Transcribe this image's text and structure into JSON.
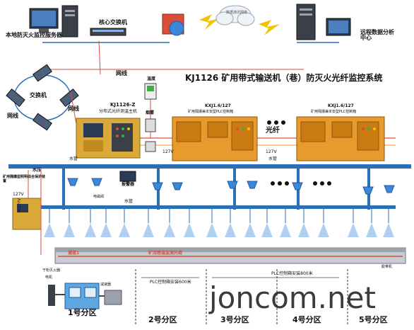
{
  "header": {
    "title": "KJ1126 矿用带式输送机（巷）防灭火光纤监控系统",
    "local_server": "本地防灭火监控服务器",
    "core_switch": "核心交换机",
    "remote_center": "远程数据分析中心",
    "network_cloud": "数据通讯网络"
  },
  "network": {
    "switch_label": "交换机",
    "line_label_a": "网线",
    "line_label_b": "网线",
    "line_label_c": "网线"
  },
  "devices": {
    "host_label": "KJ1126-Z",
    "host_sub": "分布式光纤测温主机",
    "temp_label": "温度",
    "fiber_label": "光纤",
    "smoke_label": "烟雾",
    "ctrl1_label": "KXJ1.6/127",
    "ctrl1_sub": "矿用隔爆兼本安型PLC控制箱",
    "ctrl2_label": "KXJ1.6/127",
    "ctrl2_sub": "矿用隔爆兼本安型PLC控制箱",
    "power_label": "矿用隔爆型照明综合保护装置",
    "water_pressure": "水压",
    "water_pipe_1": "水管",
    "water_pipe_2": "水管",
    "water_pipe_3": "水管",
    "valve_label": "电磁阀",
    "alarm_label": "报警器",
    "fiber_cable": "AC127V",
    "volt_1": "127V",
    "volt_2": "127V",
    "volt_3": "127V"
  },
  "belt": {
    "belt_label": "胶带机",
    "zone_fiber_label": "矿用感温监测光缆",
    "channel_label": "通道1",
    "spacing_1": "PLC控制箱安装600米",
    "spacing_2": "PLC控制箱安装800米",
    "reducer": "减速器",
    "motor": "电机",
    "fire_extinguisher": "干粉灭火器"
  },
  "zones": [
    "1号分区",
    "2号分区",
    "3号分区",
    "4号分区",
    "5号分区"
  ],
  "watermark": "joncom.net",
  "colors": {
    "orange": "#e89a2c",
    "gold": "#d9a93a",
    "pipe_blue": "#2a6fb8",
    "wire_red": "#d94d3b",
    "belt_grey": "#9aa3ad"
  }
}
